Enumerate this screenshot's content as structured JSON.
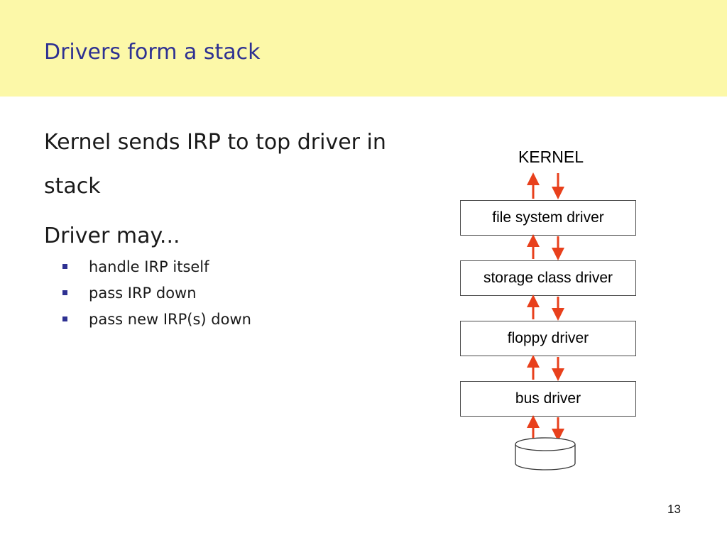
{
  "slide": {
    "title": "Drivers form a stack",
    "paragraphs": [
      "Kernel sends IRP to top driver in stack",
      "Driver may..."
    ],
    "bullets": [
      "handle IRP itself",
      "pass IRP down",
      "pass new IRP(s) down"
    ],
    "page_number": "13"
  },
  "diagram": {
    "top_label": "KERNEL",
    "layers": [
      "file system driver",
      "storage class driver",
      "floppy driver",
      "bus driver"
    ],
    "bottom_icon": "disk-cylinder-icon",
    "arrow_color": "#e8401c"
  },
  "colors": {
    "title_band": "#fcf8a8",
    "title_text": "#2e3192",
    "bullet": "#2e3192"
  }
}
